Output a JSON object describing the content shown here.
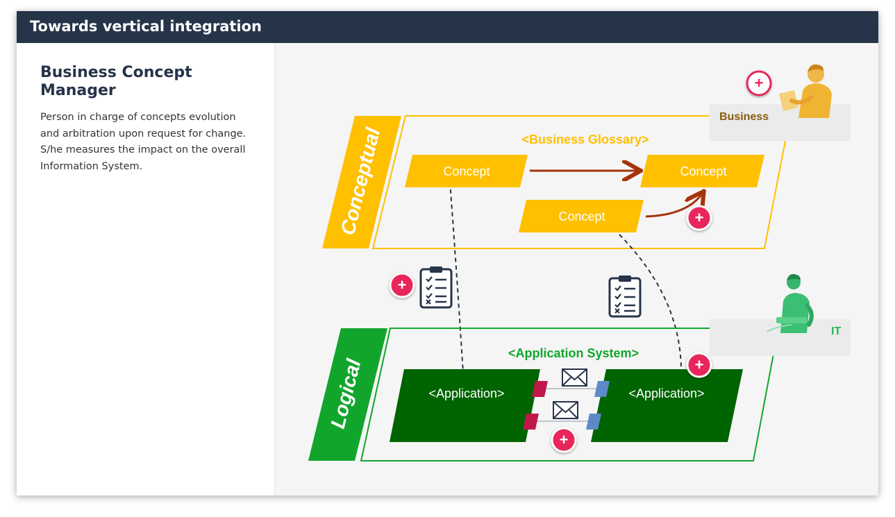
{
  "header": {
    "title": "Towards vertical integration"
  },
  "role": {
    "title": "Business Concept Manager",
    "description": "Person in charge of concepts evolution and arbitration upon request for change. S/he measures the impact on the overall Information System."
  },
  "diagram": {
    "conceptual": {
      "layer_label": "Conceptual",
      "title": "<Business Glossary>",
      "concepts": [
        "Concept",
        "Concept",
        "Concept"
      ],
      "actor_label": "Business"
    },
    "logical": {
      "layer_label": "Logical",
      "title": "<Application System>",
      "applications": [
        "<Application>",
        "<Application>"
      ],
      "actor_label": "IT"
    },
    "plus_symbol": "+",
    "icons": [
      "plus-icon",
      "clipboard-checklist-icon",
      "envelope-icon",
      "business-person-icon",
      "it-person-icon"
    ]
  },
  "colors": {
    "header_bg": "#263449",
    "conceptual_yellow": "#ffc000",
    "logical_green_dark": "#006400",
    "logical_green_light": "#11a52b",
    "plus_pink": "#e8285a",
    "arrow_red": "#a5340c",
    "business_label": "#8a5a10",
    "it_label": "#2fb05a"
  }
}
